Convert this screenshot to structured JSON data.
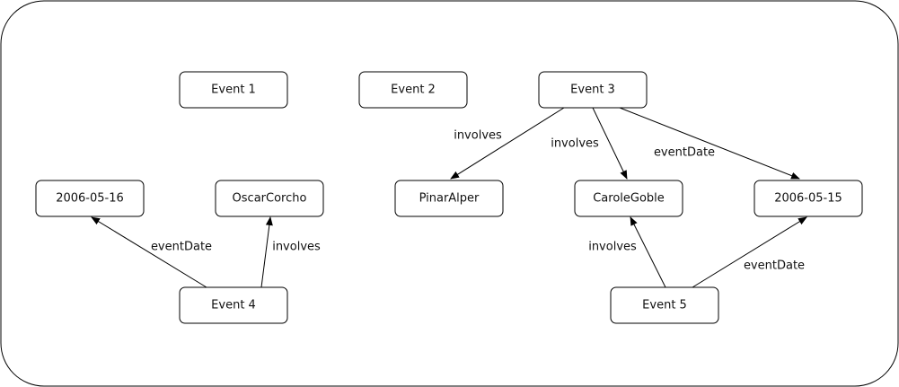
{
  "diagram": {
    "nodes": {
      "event1": "Event 1",
      "event2": "Event 2",
      "event3": "Event 3",
      "event4": "Event 4",
      "event5": "Event 5",
      "date_2006_05_16": "2006-05-16",
      "oscar_corcho": "OscarCorcho",
      "pinar_alper": "PinarAlper",
      "carole_goble": "CaroleGoble",
      "date_2006_05_15": "2006-05-15"
    },
    "edges": [
      {
        "from": "event3",
        "to": "pinar_alper",
        "label": "involves"
      },
      {
        "from": "event3",
        "to": "carole_goble",
        "label": "involves"
      },
      {
        "from": "event3",
        "to": "date_2006_05_15",
        "label": "eventDate"
      },
      {
        "from": "event4",
        "to": "date_2006_05_16",
        "label": "eventDate"
      },
      {
        "from": "event4",
        "to": "oscar_corcho",
        "label": "involves"
      },
      {
        "from": "event5",
        "to": "carole_goble",
        "label": "involves"
      },
      {
        "from": "event5",
        "to": "date_2006_05_15",
        "label": "eventDate"
      }
    ]
  }
}
